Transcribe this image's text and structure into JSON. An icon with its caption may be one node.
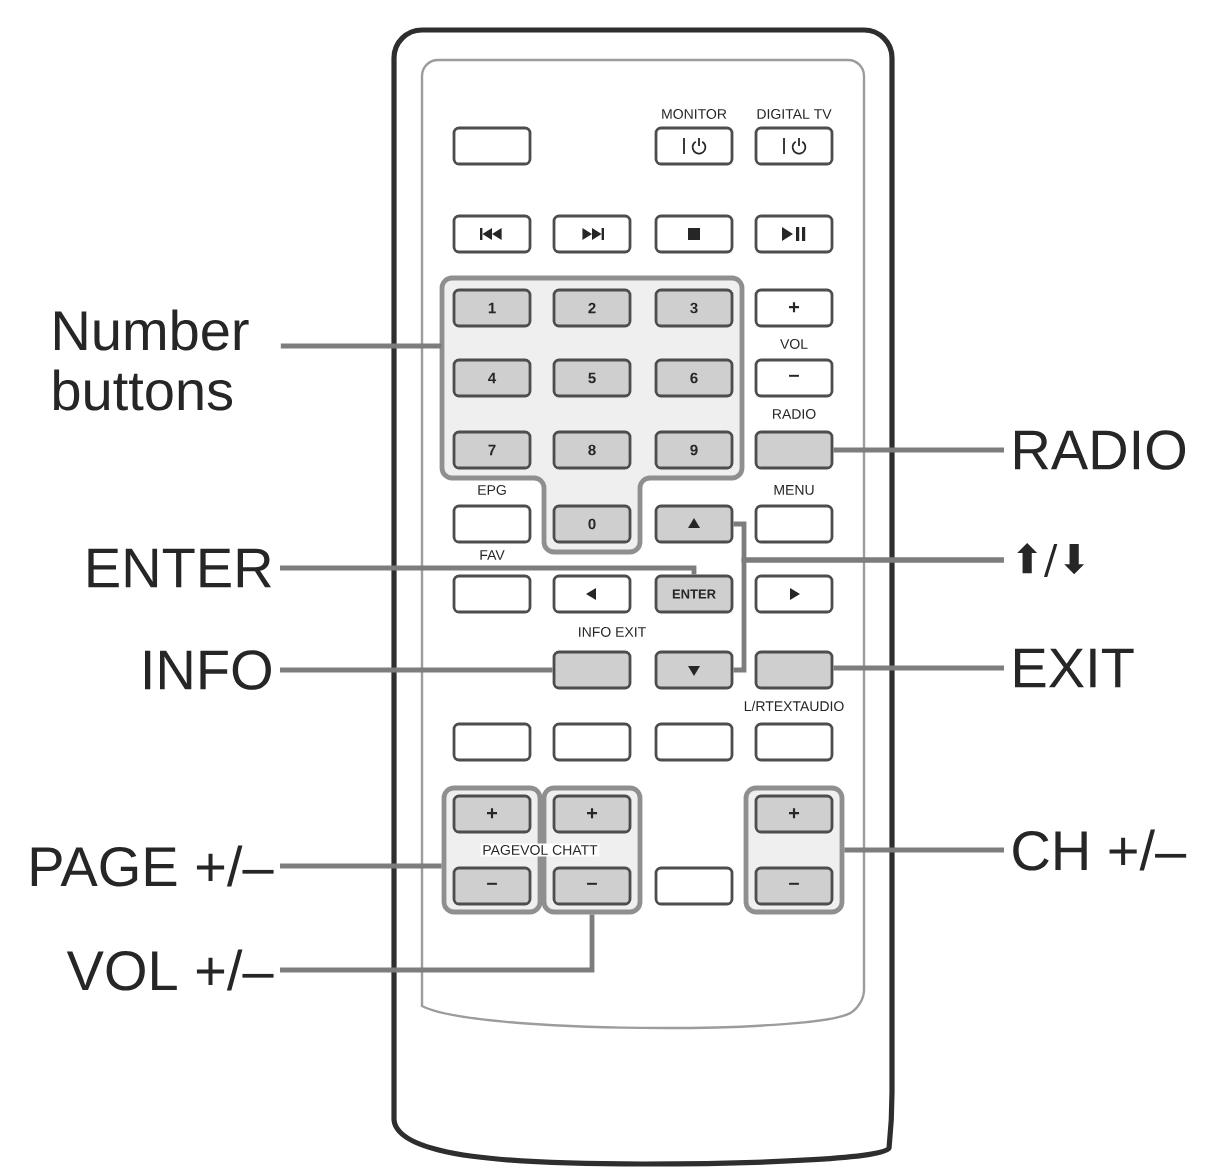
{
  "diagram": {
    "nodes": [
      {
        "text": [],
        "shape": "box"
      },
      {
        "text": [],
        "shape": "box",
        "beside": [
          "MONITOR"
        ]
      },
      {
        "text": [],
        "shape": "box",
        "beside": [
          "DIGITAL TV"
        ]
      },
      {
        "text": [],
        "shape": "box"
      },
      {
        "text": [],
        "shape": "box"
      },
      {
        "text": [],
        "shape": "box"
      },
      {
        "text": [],
        "shape": "box"
      },
      {
        "text": [
          "Number buttons"
        ]
      },
      {
        "text": [],
        "shape": "box"
      },
      {
        "text": [
          "1"
        ],
        "in": 8
      },
      {
        "text": [
          "2"
        ],
        "in": 8
      },
      {
        "text": [
          "3"
        ],
        "in": 8
      },
      {
        "text": [
          "+"
        ]
      },
      {
        "text": [
          "4"
        ],
        "in": 8
      },
      {
        "text": [
          "5"
        ],
        "in": 8
      },
      {
        "text": [
          "6"
        ],
        "in": 8
      },
      {
        "text": [
          "–"
        ]
      },
      {
        "text": [
          "7"
        ],
        "in": 8
      },
      {
        "text": [
          "8"
        ],
        "in": 8
      },
      {
        "text": [
          "9"
        ],
        "in": 8
      },
      {
        "text": [],
        "shape": "box",
        "beside": [
          "RADIO"
        ]
      },
      {
        "text": [
          "RADIO"
        ]
      },
      {
        "text": [],
        "shape": "box",
        "beside": [
          "EPG"
        ]
      },
      {
        "text": [
          "0"
        ],
        "in": 8
      },
      {
        "text": [],
        "shape": "box"
      },
      {
        "text": [],
        "shape": "box",
        "beside": [
          "MENU"
        ]
      },
      {
        "text": [
          "ENTER"
        ]
      },
      {
        "text": [],
        "shape": "box",
        "beside": [
          "FAV"
        ]
      },
      {
        "text": [],
        "shape": "box"
      },
      {
        "text": [
          "ENTER"
        ]
      },
      {
        "text": [],
        "shape": "box"
      },
      {
        "text": [
          "⬆/⬇"
        ]
      },
      {
        "text": [
          "INFO"
        ]
      },
      {
        "text": [],
        "shape": "box"
      },
      {
        "text": [],
        "shape": "box"
      },
      {
        "text": [],
        "shape": "box"
      },
      {
        "text": [
          "EXIT"
        ]
      },
      {
        "text": [],
        "shape": "box"
      },
      {
        "text": [],
        "shape": "box"
      },
      {
        "text": [],
        "shape": "box"
      },
      {
        "text": [],
        "shape": "box"
      },
      {
        "text": [
          "PAGE +/–"
        ]
      },
      {
        "text": [],
        "shape": "box"
      },
      {
        "text": [
          "+"
        ],
        "in": 42
      },
      {
        "text": [],
        "shape": "box"
      },
      {
        "text": [
          "+"
        ],
        "in": 44
      },
      {
        "text": [],
        "shape": "box"
      },
      {
        "text": [
          "+"
        ],
        "in": 46
      },
      {
        "text": [
          "CH +/–"
        ]
      },
      {
        "text": [
          "–"
        ],
        "in": 42
      },
      {
        "text": [
          "–"
        ],
        "in": 44
      },
      {
        "text": [],
        "shape": "box"
      },
      {
        "text": [
          "–"
        ],
        "in": 46
      },
      {
        "text": [
          "VOL +/–"
        ]
      }
    ],
    "edges": [
      {
        "from": 7,
        "to": 8,
        "arrow": "none"
      },
      {
        "from": 21,
        "to": 20,
        "arrow": "none"
      },
      {
        "from": 26,
        "to": 29,
        "arrow": "none"
      },
      {
        "from": 31,
        "to": 24,
        "arrow": "none"
      },
      {
        "from": 31,
        "to": 34,
        "arrow": "none"
      },
      {
        "from": 32,
        "to": 33,
        "arrow": "none"
      },
      {
        "from": 36,
        "to": 35,
        "arrow": "none"
      },
      {
        "from": 41,
        "to": 42,
        "arrow": "none"
      },
      {
        "from": 48,
        "to": 46,
        "arrow": "none"
      },
      {
        "from": 53,
        "to": 44,
        "arrow": "none"
      }
    ],
    "labels": [
      "VOL",
      "INFO EXIT",
      "L/RTEXTAUDIO",
      "PAGEVOL CHATT"
    ]
  }
}
